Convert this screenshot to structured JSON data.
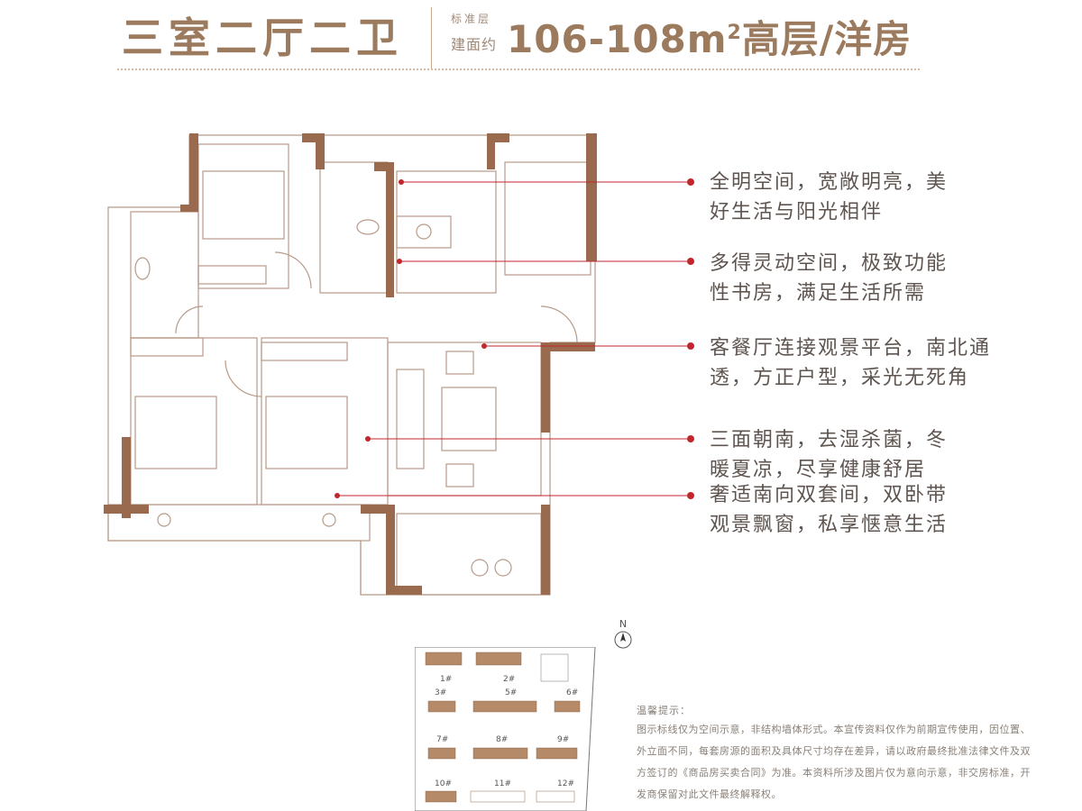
{
  "header": {
    "title": "三室二厅二卫",
    "label_top": "标准层",
    "label_bottom": "建面约",
    "area": "106-108m",
    "area_sup": "2",
    "type": "高层/洋房"
  },
  "notes": [
    {
      "line1": "全明空间，宽敞明亮，美",
      "line2": "好生活与阳光相伴"
    },
    {
      "line1": "多得灵动空间，极致功能",
      "line2": "性书房，满足生活所需"
    },
    {
      "line1": "客餐厅连接观景平台，南北通",
      "line2": "透，方正户型，采光无死角"
    },
    {
      "line1": "三面朝南，去湿杀菌，冬",
      "line2": "暖夏凉，尽享健康舒居"
    },
    {
      "line1": "奢适南向双套间，双卧带",
      "line2": "观景飘窗，私享惬意生活"
    }
  ],
  "compass": {
    "label": "N"
  },
  "buildings": [
    "1#",
    "2#",
    "3#",
    "5#",
    "6#",
    "7#",
    "8#",
    "9#",
    "10#",
    "11#",
    "12#"
  ],
  "tips": {
    "title": "温馨提示：",
    "body": "图示标线仅为空间示意，非结构墙体形式。本宣传资料仅作为前期宣传使用，因位置、外立面不同，每套房源的面积及具体尺寸均存在差异，请以政府最终批准法律文件及双方签订的《商品房买卖合同》为准。本资料所涉及图片仅为意向示意，非交房标准，开发商保留对此文件最终解释权。"
  },
  "colors": {
    "wall": "#9a6a4f",
    "accent": "#c0262c",
    "title": "#9b7a5e"
  }
}
